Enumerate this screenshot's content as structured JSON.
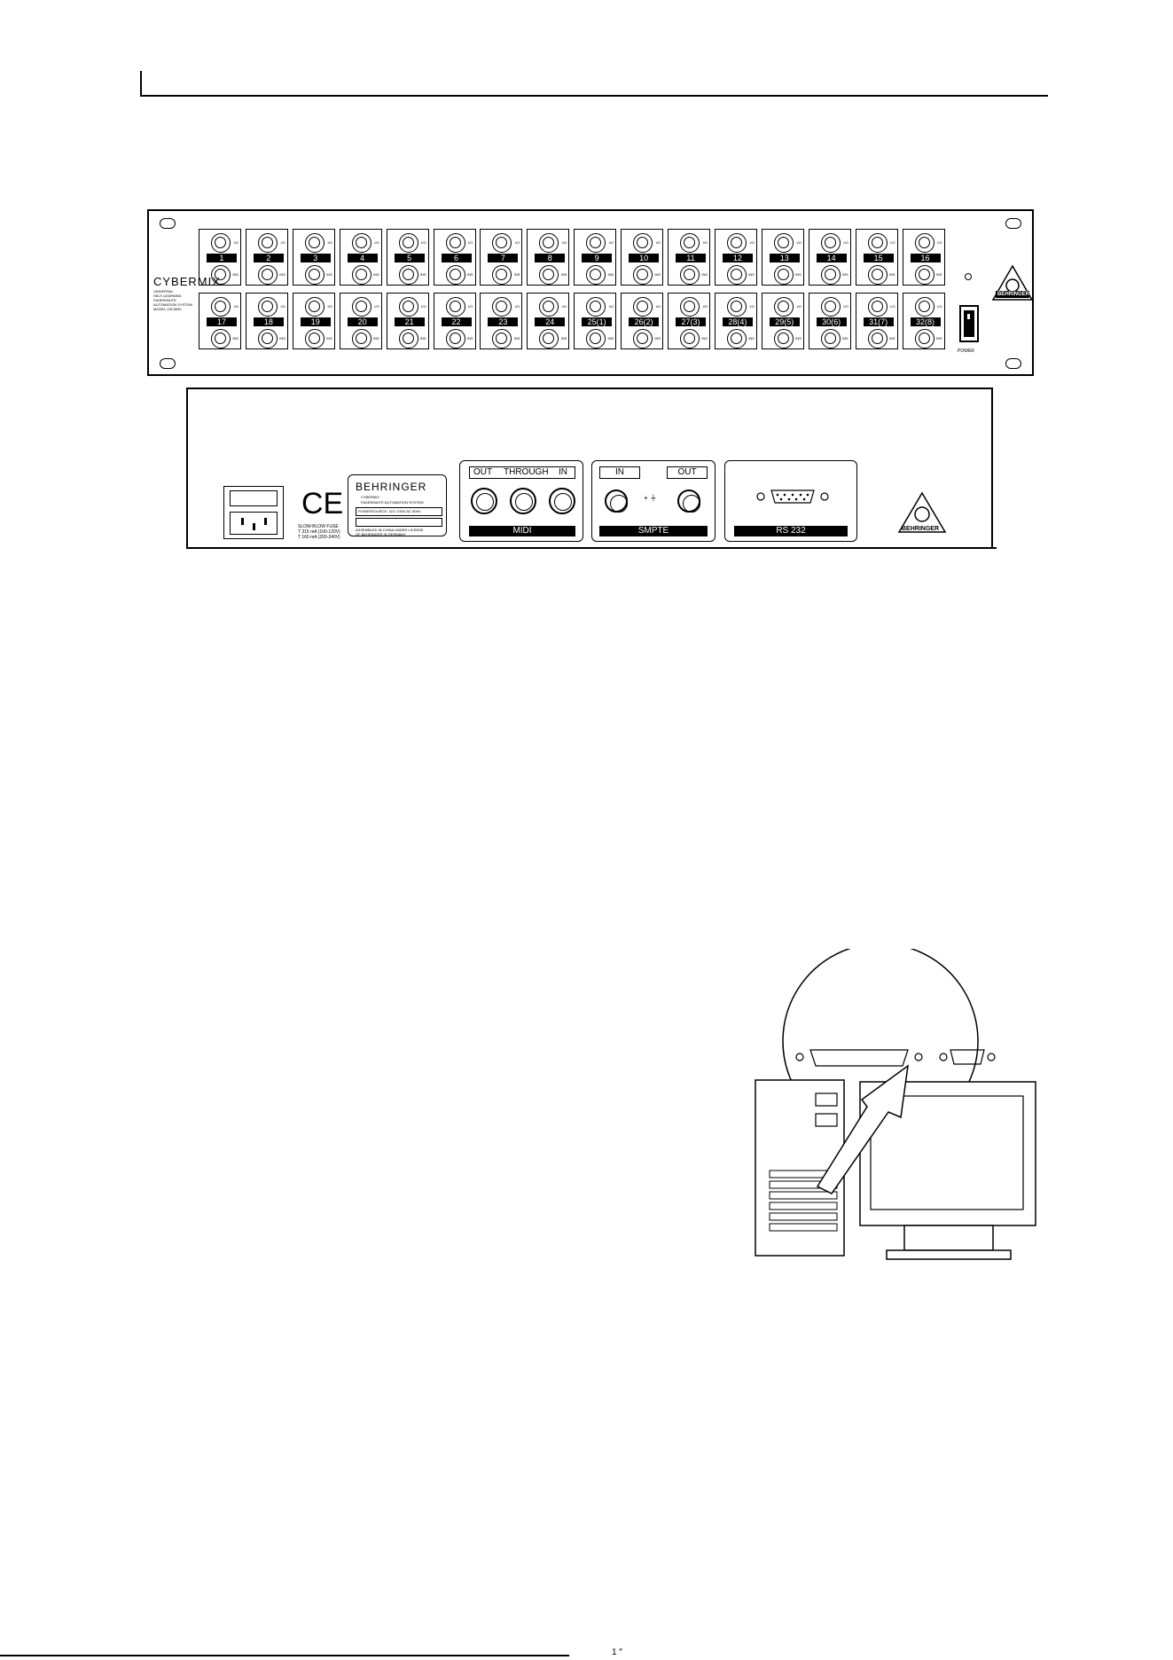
{
  "front_panel": {
    "brand_logo": "CYBERMIX",
    "brand_sub": "UNIVERSAL\nSELF-LEARNING\nFADER/MUTE\nAUTOMATION SYSTEM\nMODEL CM 8000",
    "top_row_channels": [
      "1",
      "2",
      "3",
      "4",
      "5",
      "6",
      "7",
      "8",
      "9",
      "10",
      "11",
      "12",
      "13",
      "14",
      "15",
      "16"
    ],
    "bottom_row_channels": [
      "17",
      "18",
      "19",
      "20",
      "21",
      "22",
      "23",
      "24",
      "25(1)",
      "26(2)",
      "27(3)",
      "28(4)",
      "29(5)",
      "30(6)",
      "31(7)",
      "32(8)"
    ],
    "jack_label_io": "I/O",
    "jack_label_ins": "INS",
    "power_label": "POWER",
    "logo_text": "BEHRINGER"
  },
  "rear_panel": {
    "fuse_text": "SLOW-BLOW FUSE\nT 315 mA (100-120V)\nT 160 mA (200-240V)",
    "ce_mark": "CE",
    "plate_brand": "BEHRINGER",
    "plate_line1": "CYBERMIX",
    "plate_line2": "FADER/MUTE AUTOMATION SYSTEM",
    "plate_power": "POWERSOURCE: 115 / 230V AC 50Hz",
    "plate_assembled": "ASSEMBLED IN CHINA UNDER LICENSE\nOF BEHRINGER IN GERMANY",
    "midi_out": "OUT",
    "midi_through": "THROUGH",
    "midi_in": "IN",
    "midi_label": "MIDI",
    "smpte_in": "IN",
    "smpte_out": "OUT",
    "smpte_label": "SMPTE",
    "rs232_label": "RS 232",
    "logo_text": "BEHRINGER"
  },
  "footer": {
    "page_marks": "1  ″"
  },
  "icons": [
    "din-connector-icon",
    "db9-connector-icon",
    "db25-connector-icon",
    "iec-power-inlet-icon",
    "power-switch-icon",
    "warning-triangle-icon",
    "computer-tower-icon",
    "monitor-icon",
    "arrow-icon"
  ]
}
